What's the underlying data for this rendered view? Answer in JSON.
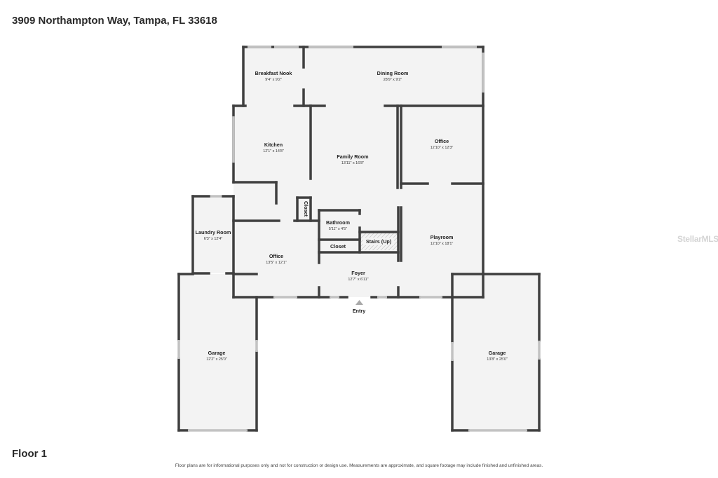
{
  "header": {
    "address": "3909 Northampton Way, Tampa, FL 33618"
  },
  "footer": {
    "floor": "Floor 1",
    "disclaimer": "Floor plans are for informational purposes only and not for construction or design use. Measurements are approximate, and square footage may include finished and unfinished areas."
  },
  "watermark": "Stellar MLS",
  "rooms": {
    "breakfast_nook": {
      "name": "Breakfast Nook",
      "dim": "9'4\" x 9'2\""
    },
    "dining_room": {
      "name": "Dining Room",
      "dim": "28'9\" x 9'2\""
    },
    "kitchen": {
      "name": "Kitchen",
      "dim": "12'1\" x 14'8\""
    },
    "family_room": {
      "name": "Family Room",
      "dim": "13'11\" x 16'8\""
    },
    "office_upper": {
      "name": "Office",
      "dim": "12'10\" x 12'3\""
    },
    "closet_small": {
      "name": "Closet"
    },
    "bathroom": {
      "name": "Bathroom",
      "dim": "5'11\" x 4'5\""
    },
    "laundry_room": {
      "name": "Laundry Room",
      "dim": "6'3\" x 12'4\""
    },
    "closet": {
      "name": "Closet"
    },
    "stairs": {
      "name": "Stairs (Up)"
    },
    "playroom": {
      "name": "Playroom",
      "dim": "12'10\" x 18'1\""
    },
    "office_lower": {
      "name": "Office",
      "dim": "13'5\" x 12'1\""
    },
    "foyer": {
      "name": "Foyer",
      "dim": "12'7\" x 6'11\""
    },
    "garage_left": {
      "name": "Garage",
      "dim": "12'2\" x 25'0\""
    },
    "garage_right": {
      "name": "Garage",
      "dim": "13'8\" x 25'0\""
    }
  },
  "entry": {
    "label": "Entry"
  }
}
